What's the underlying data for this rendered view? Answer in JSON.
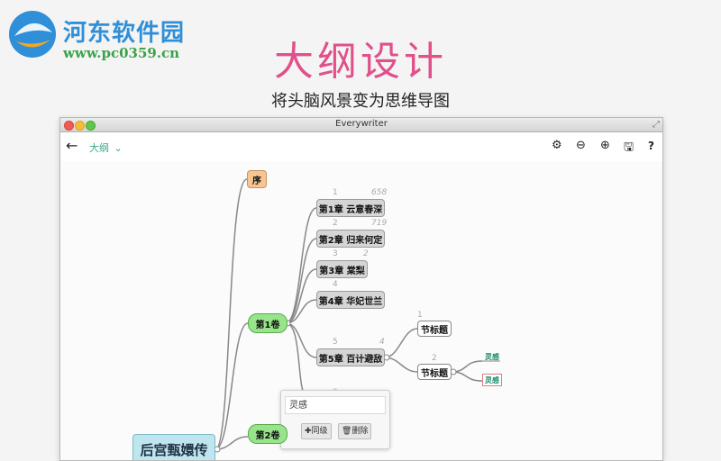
{
  "watermark": {
    "title": "河东软件园",
    "url": "www.pc0359.cn"
  },
  "hero": {
    "title": "大纲设计",
    "subtitle": "将头脑风景变为思维导图"
  },
  "window": {
    "title": "Everywriter"
  },
  "toolbar": {
    "back_icon": "←",
    "outline_label": "大纲",
    "dropdown_icon": "⌄",
    "settings_icon": "⚙",
    "zoom_out_icon": "⊖",
    "zoom_in_icon": "⊕",
    "save_icon": "🖫",
    "help_label": "?"
  },
  "mindmap": {
    "root": "后宫甄嬛传",
    "preface": "序",
    "volumes": [
      "第1卷",
      "第2卷"
    ],
    "chapters": [
      {
        "index": "1",
        "title": "第1章 云意春深",
        "count": "658"
      },
      {
        "index": "2",
        "title": "第2章 归来何定",
        "count": "719"
      },
      {
        "index": "3",
        "title": "第3章 棠梨",
        "count": "2"
      },
      {
        "index": "4",
        "title": "第4章 华妃世兰",
        "count": ""
      },
      {
        "index": "5",
        "title": "第5章 百计避敌",
        "count": "4"
      }
    ],
    "extra_index": "6",
    "sections": [
      {
        "index": "1",
        "title": "节标题"
      },
      {
        "index": "2",
        "title": "节标题"
      }
    ],
    "inspirations": [
      "灵感",
      "灵感"
    ]
  },
  "popup": {
    "input_value": "灵感",
    "sibling_label": "同级",
    "delete_label": "删除"
  },
  "colors": {
    "hero": "#e0508a",
    "accent": "#3aa88a",
    "volume": "#98e48a",
    "preface": "#f7c594",
    "root": "#bfe6ee"
  }
}
